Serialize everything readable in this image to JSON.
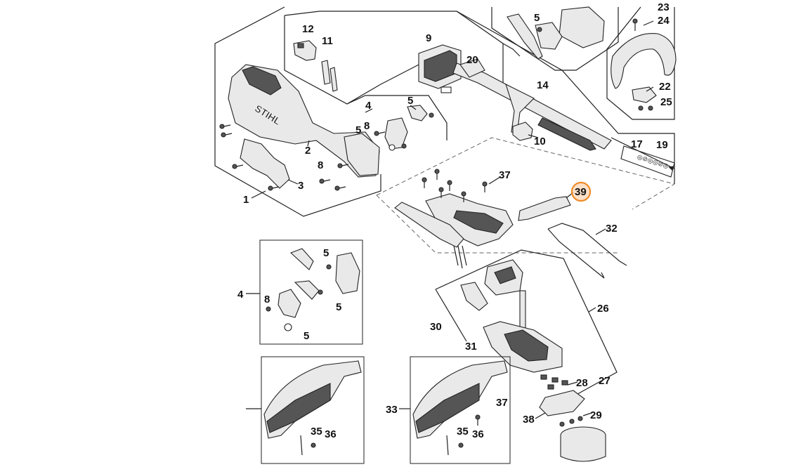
{
  "diagram": {
    "highlight_color": "#f08a24",
    "brand_text": "STIHL",
    "decal_text": "◎⊘◎◎⊘◎◀",
    "labels": {
      "l1": "1",
      "l2": "2",
      "l3": "3",
      "l4a": "4",
      "l4b": "4",
      "l5a": "5",
      "l5b": "5",
      "l5c": "5",
      "l5d": "5",
      "l5e": "5",
      "l5f": "5",
      "l8a": "8",
      "l8b": "8",
      "l8c": "8",
      "l9": "9",
      "l10": "10",
      "l11": "11",
      "l12": "12",
      "l14": "14",
      "l17": "17",
      "l19": "19",
      "l20": "20",
      "l22": "22",
      "l23": "23",
      "l24": "24",
      "l25": "25",
      "l26": "26",
      "l27": "27",
      "l28": "28",
      "l29": "29",
      "l30": "30",
      "l31": "31",
      "l32": "32",
      "l33": "33",
      "l35a": "35",
      "l35b": "35",
      "l36a": "36",
      "l36b": "36",
      "l37a": "37",
      "l37b": "37",
      "l38": "38",
      "l39": "39"
    }
  }
}
